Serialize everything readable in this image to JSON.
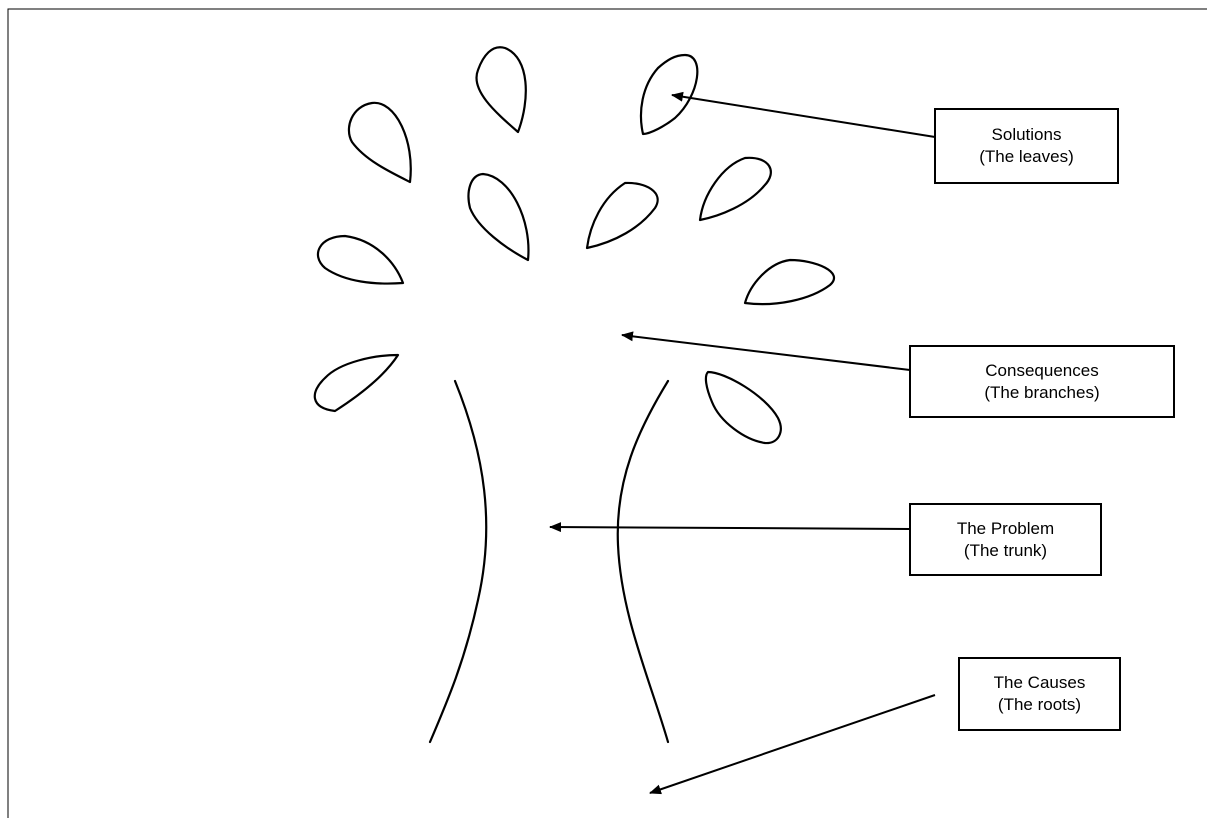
{
  "diagram": {
    "colors": {
      "stroke": "#000000",
      "background": "#ffffff"
    },
    "labels": [
      {
        "id": "solutions",
        "title": "Solutions",
        "subtitle": "(The leaves)",
        "points_to": "leaves"
      },
      {
        "id": "consequences",
        "title": "Consequences",
        "subtitle": "(The branches)",
        "points_to": "branches"
      },
      {
        "id": "problem",
        "title": "The Problem",
        "subtitle": "(The trunk)",
        "points_to": "trunk"
      },
      {
        "id": "causes",
        "title": "The Causes",
        "subtitle": "(The roots)",
        "points_to": "roots"
      }
    ]
  }
}
